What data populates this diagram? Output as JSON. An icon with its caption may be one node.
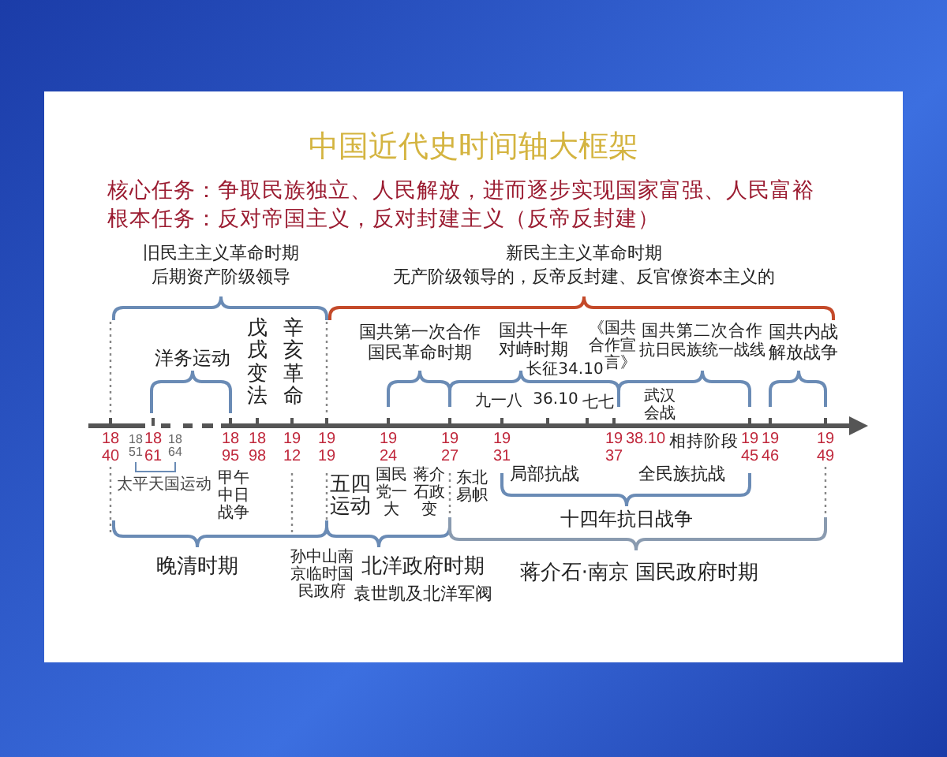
{
  "diagram": {
    "title": "中国近代史时间轴大框架",
    "labels": [
      "核心任务：争取民族独立、人民解放，进而逐步实现国家富强、人民富裕",
      "根本任务：反对帝国主义，反对封建主义（反帝反封建）",
      "旧民主主义革命时期",
      "后期资产阶级领导",
      "新民主主义革命时期",
      "无产阶级领导的，反帝反封建、反官僚资本主义的",
      "洋务运动",
      "戊戌变法",
      "辛亥革命",
      "国共第一次合作",
      "国民革命时期",
      "国共十年对峙时期",
      "九一八",
      "长征34.10",
      "36.10",
      "《国共合作宣言》",
      "七七",
      "国共第二次合作",
      "抗日民族统一战线",
      "武汉会战",
      "国共内战",
      "解放战争",
      "1840",
      "1851",
      "1861",
      "1864",
      "1895",
      "1898",
      "1912",
      "1919",
      "1924",
      "1927",
      "1931",
      "1937",
      "38.10",
      "相持阶段",
      "1945",
      "1946",
      "1949",
      "太平天国运动",
      "甲午中日战争",
      "五四运动",
      "国民党一大",
      "蒋介石政变",
      "东北易帜",
      "局部抗战",
      "全民族抗战",
      "十四年抗日战争",
      "晚清时期",
      "孙中山南京临时国民政府",
      "北洋政府时期",
      "袁世凯及北洋军阀",
      "蒋介石·南京 国民政府时期"
    ]
  }
}
